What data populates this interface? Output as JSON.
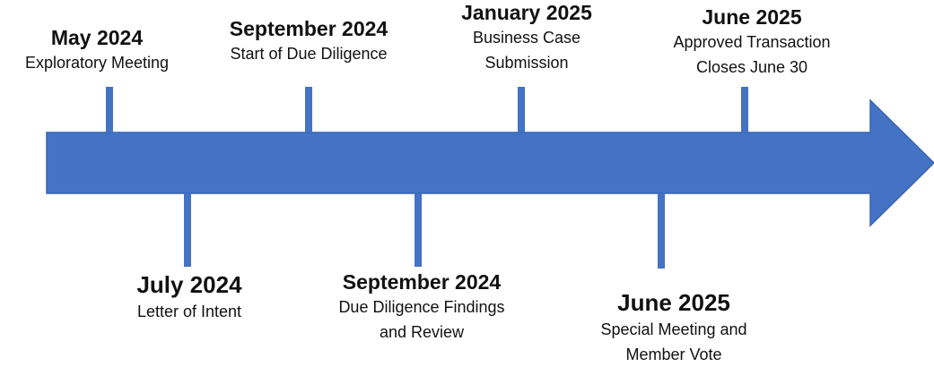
{
  "colors": {
    "arrow": "#4472c4",
    "tick": "#4472c4",
    "text": "#111111"
  },
  "milestones": [
    {
      "date": "May 2024",
      "description": [
        "Exploratory Meeting"
      ],
      "side": "above"
    },
    {
      "date": "July 2024",
      "description": [
        "Letter of Intent"
      ],
      "side": "below"
    },
    {
      "date": "September 2024",
      "description": [
        "Start of Due Diligence"
      ],
      "side": "above"
    },
    {
      "date": "September 2024",
      "description": [
        "Due Diligence Findings",
        "and Review"
      ],
      "side": "below"
    },
    {
      "date": "January 2025",
      "description": [
        "Business Case",
        "Submission"
      ],
      "side": "above"
    },
    {
      "date": "June 2025",
      "description": [
        "Special Meeting and",
        "Member Vote"
      ],
      "side": "below"
    },
    {
      "date": "June 2025",
      "description": [
        "Approved Transaction",
        "Closes June 30"
      ],
      "side": "above"
    }
  ]
}
